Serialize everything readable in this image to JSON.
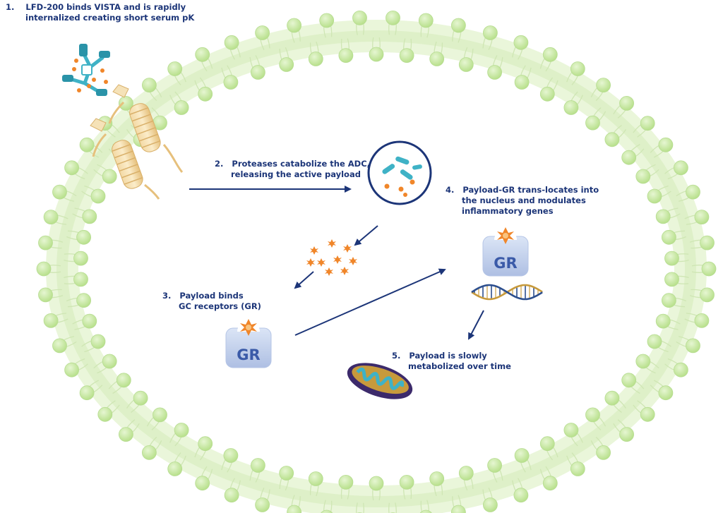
{
  "steps": [
    {
      "number": "1.",
      "lines": [
        "LFD-200 binds VISTA and is rapidly",
        "internalized creating short serum pK"
      ]
    },
    {
      "number": "2.",
      "lines": [
        "Proteases catabolize the ADC,",
        "releasing the active payload"
      ]
    },
    {
      "number": "3.",
      "lines": [
        "Payload binds",
        "GC receptors (GR)"
      ]
    },
    {
      "number": "4.",
      "lines": [
        "Payload-GR trans-locates into",
        "the nucleus and modulates",
        "inflammatory genes"
      ]
    },
    {
      "number": "5.",
      "lines": [
        "Payload is slowly",
        "metabolized over time"
      ]
    }
  ],
  "receptor_label": "GR",
  "colors": {
    "text": "#1c3578",
    "arrow": "#1c3578",
    "lipid_head": "#c9e8a4",
    "lipid_glow": "#e8f5d6",
    "antibody": "#3fb2c6",
    "payload": "#f0862a",
    "receptor": "#c4d3ee",
    "vesicle_ring": "#1c3578",
    "bacteria": "#3fb2c6",
    "mitochondria_outer": "#3c2a6b",
    "mitochondria_inner": "#3fb2c6",
    "dna_gold": "#c79a3c",
    "dna_blue": "#2d4f8e"
  }
}
